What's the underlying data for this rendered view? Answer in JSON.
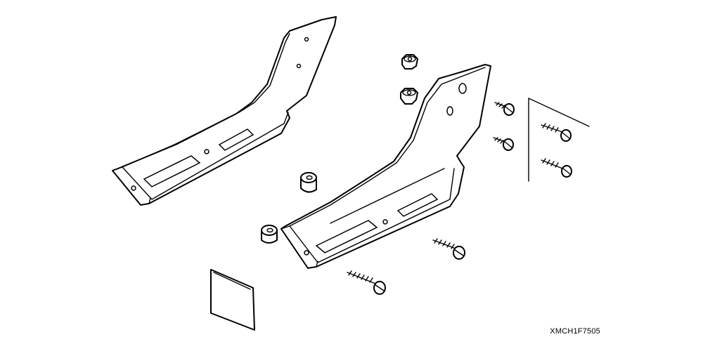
{
  "diagram": {
    "code": "XMCH1F7505",
    "parts": [
      "left-seat-bracket",
      "right-seat-bracket",
      "flange-nut-upper",
      "flange-nut-lower",
      "spacer-collar-upper",
      "spacer-collar-lower",
      "small-screw-upper",
      "small-screw-lower",
      "long-bolt-middle",
      "long-bolt-lower",
      "inset-screw-upper",
      "inset-screw-lower",
      "adhesive-pad"
    ]
  }
}
